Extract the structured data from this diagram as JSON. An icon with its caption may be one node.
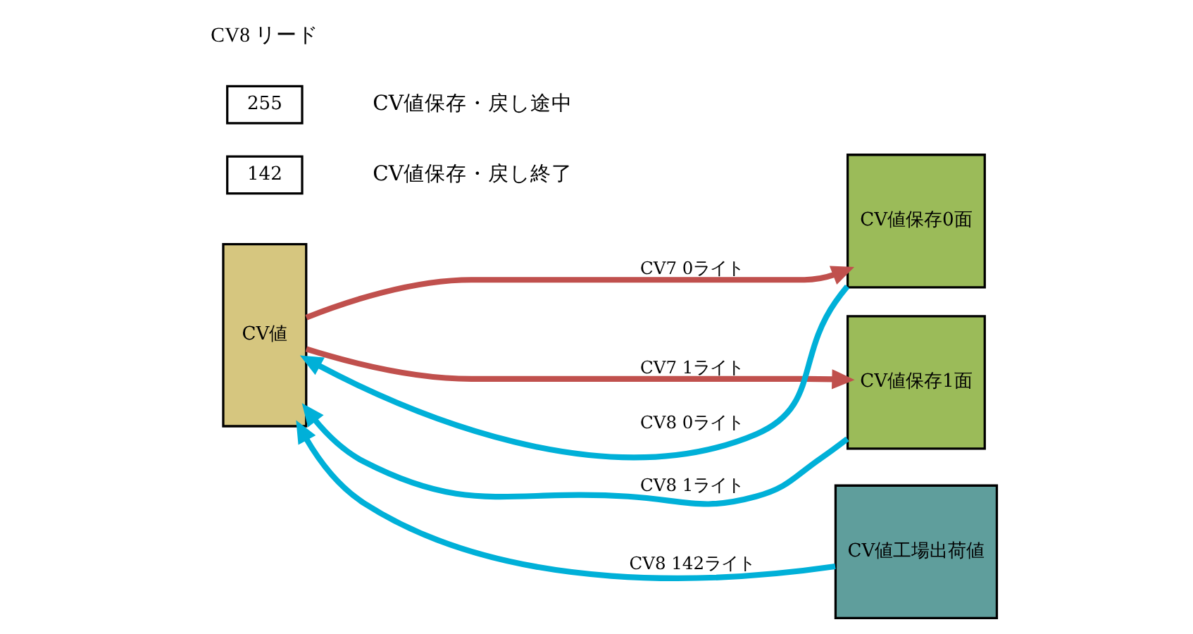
{
  "diagram": {
    "nodes": [
      {
        "text": [
          "CV値"
        ]
      },
      {
        "text": [
          "CV値保存0面"
        ]
      },
      {
        "text": [
          "CV値保存1面"
        ]
      },
      {
        "text": [
          "CV値工場出荷値"
        ]
      },
      {
        "text": [
          "142"
        ],
        "beside": [
          "CV値保存・戻し終了"
        ]
      },
      {
        "text": [
          "255"
        ],
        "beside": [
          "CV値保存・戻し途中"
        ]
      }
    ],
    "edges": [
      {
        "from": 0,
        "to": 1,
        "arrow": "to",
        "label": "CV7 0ライト",
        "color": "#c0504d"
      },
      {
        "from": 1,
        "to": 0,
        "arrow": "to",
        "label": "CV8 0ライト",
        "color": "#00b0d8"
      },
      {
        "from": 0,
        "to": 2,
        "arrow": "to",
        "label": "CV7 1ライト",
        "color": "#c0504d"
      },
      {
        "from": 2,
        "to": 0,
        "arrow": "to",
        "label": "CV8 1ライト",
        "color": "#00b0d8"
      },
      {
        "from": 3,
        "to": 0,
        "arrow": "to",
        "label": "CV8 142ライト",
        "color": "#00b0d8"
      }
    ],
    "labels": [
      "CV8 リード"
    ]
  }
}
